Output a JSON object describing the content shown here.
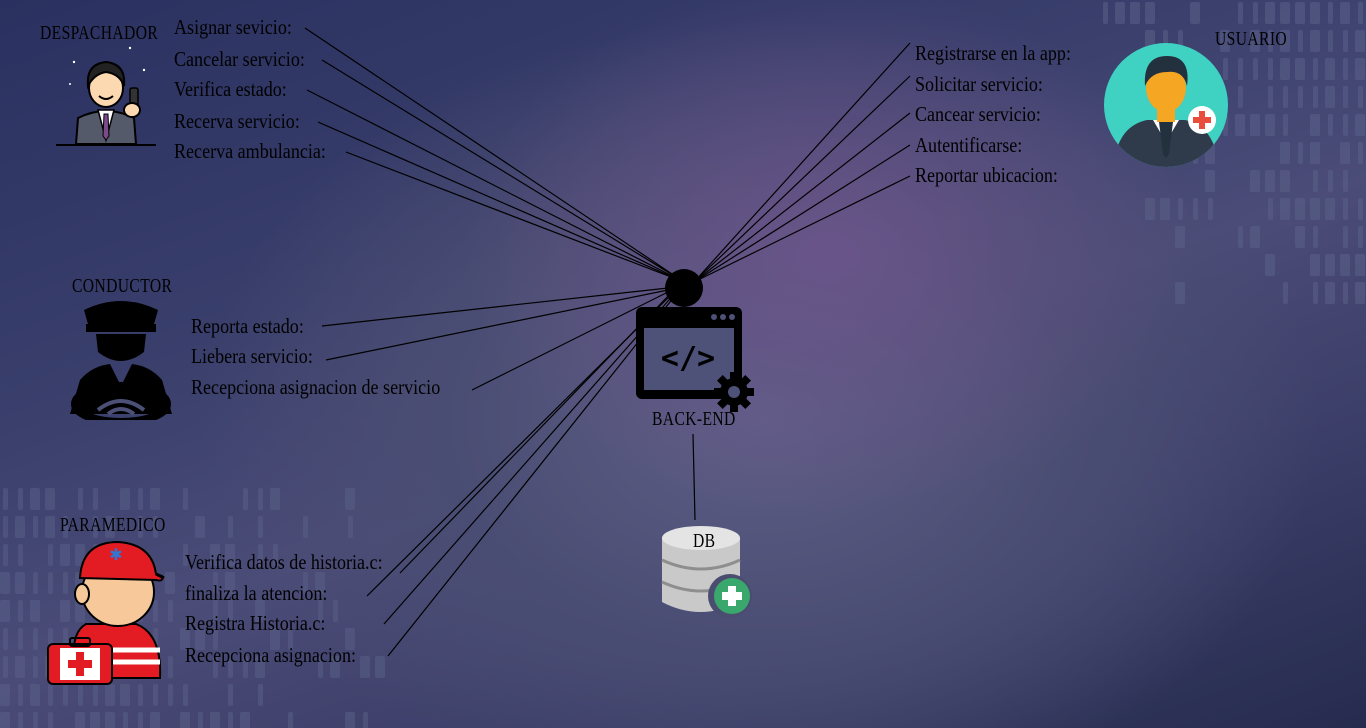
{
  "actors": {
    "despachador": {
      "title": "DESPACHADOR",
      "actions": [
        "Asignar sevicio:",
        "Cancelar servicio:",
        "Verifica estado:",
        "Recerva servicio:",
        "Recerva ambulancia:"
      ]
    },
    "conductor": {
      "title": "CONDUCTOR",
      "actions": [
        "Reporta estado:",
        "Liebera servicio:",
        "Recepciona asignacion de servicio"
      ]
    },
    "paramedico": {
      "title": "PARAMEDICO",
      "actions": [
        "Verifica datos de historia.c:",
        "finaliza la atencion:",
        "Registra Historia.c:",
        "Recepciona asignacion:"
      ]
    },
    "usuario": {
      "title": "USUARIO",
      "actions": [
        "Registrarse en la app:",
        "Solicitar servicio:",
        "Cancear servicio:",
        "Autentificarse:",
        "Reportar ubicacion:"
      ]
    }
  },
  "backend": {
    "label": "BACK-END",
    "icon": "code-window-gear-icon"
  },
  "database": {
    "label": "DB",
    "icon": "database-add-icon"
  },
  "colors": {
    "db_badge": "#3aa76d",
    "usuario_avatar_bg": "#3fd1c1",
    "paramedic_red": "#e31b23"
  }
}
